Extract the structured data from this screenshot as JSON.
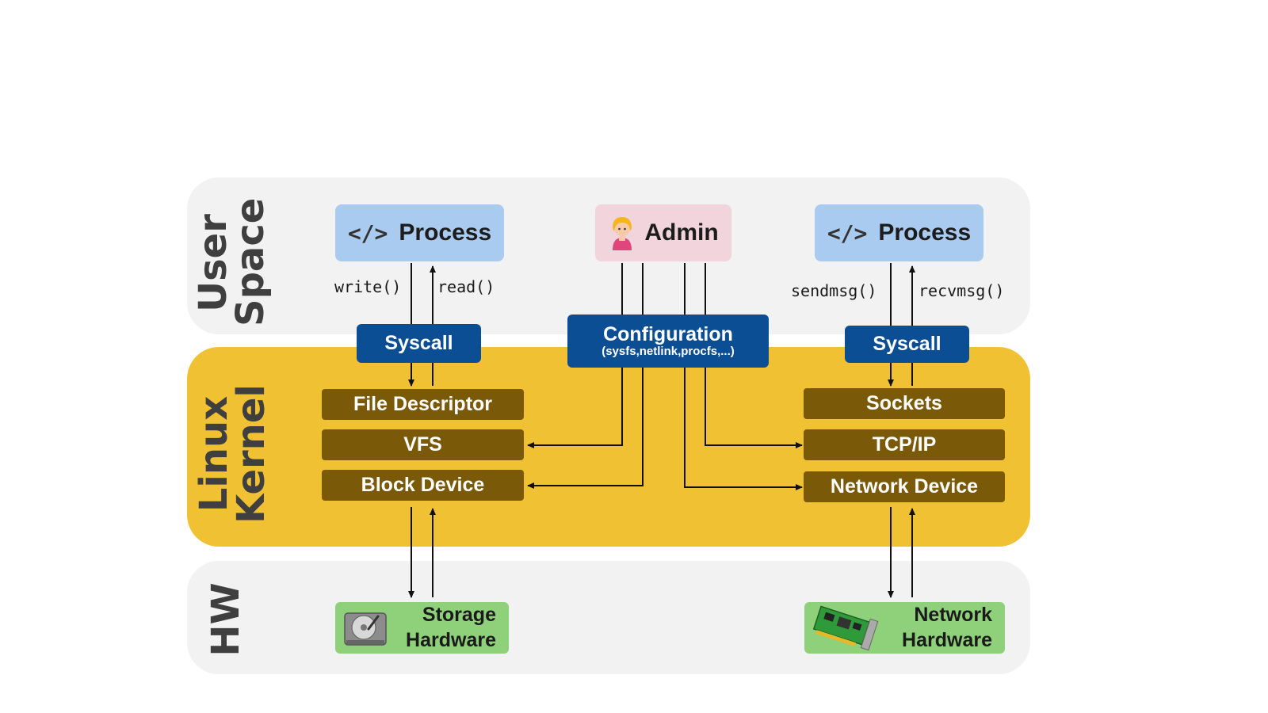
{
  "layers": {
    "user_space": "User\nSpace",
    "linux_kernel": "Linux\nKernel",
    "hw": "HW"
  },
  "user_space": {
    "process_left": "Process",
    "admin": "Admin",
    "process_right": "Process",
    "code_icon": "</>",
    "write_call": "write()",
    "read_call": "read()",
    "sendmsg_call": "sendmsg()",
    "recvmsg_call": "recvmsg()"
  },
  "interfaces": {
    "syscall_left": "Syscall",
    "configuration": "Configuration",
    "configuration_sub": "(sysfs,netlink,procfs,...)",
    "syscall_right": "Syscall"
  },
  "kernel": {
    "file_descriptor": "File Descriptor",
    "vfs": "VFS",
    "block_device": "Block Device",
    "sockets": "Sockets",
    "tcp_ip": "TCP/IP",
    "network_device": "Network Device"
  },
  "hardware": {
    "storage_line1": "Storage",
    "storage_line2": "Hardware",
    "network_line1": "Network",
    "network_line2": "Hardware"
  },
  "icons": {
    "process": "code-brackets-icon",
    "admin": "admin-person-icon",
    "storage": "hard-disk-icon",
    "network": "network-card-icon"
  },
  "colors": {
    "user_band": "#f2f2f2",
    "kernel_band": "#f0c133",
    "process_box": "#a9cbf0",
    "admin_box": "#f1d4dc",
    "interface_box": "#0b4e94",
    "kernel_box": "#7a5a09",
    "hardware_box": "#8fd17a"
  }
}
